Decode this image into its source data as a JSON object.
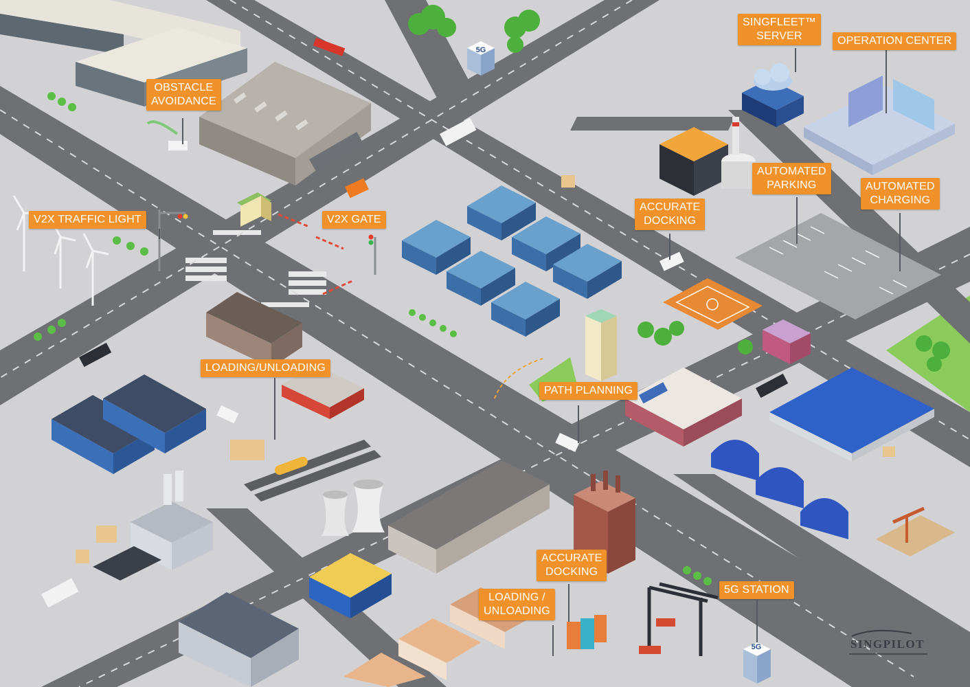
{
  "callouts": {
    "obstacle_avoidance": [
      "OBSTACLE",
      "AVOIDANCE"
    ],
    "singfleet_server": [
      "SINGFLEET™",
      "SERVER"
    ],
    "operation_center": [
      "OPERATION CENTER"
    ],
    "v2x_traffic_light": [
      "V2X  TRAFFIC LIGHT"
    ],
    "v2x_gate": [
      "V2X  GATE"
    ],
    "accurate_docking_top": [
      "ACCURATE",
      "DOCKING"
    ],
    "automated_parking": [
      "AUTOMATED",
      "PARKING"
    ],
    "automated_charging": [
      "AUTOMATED",
      "CHARGING"
    ],
    "loading_unloading_top": [
      "LOADING/UNLOADING"
    ],
    "path_planning": [
      "PATH PLANNING"
    ],
    "accurate_docking_bottom": [
      "ACCURATE",
      "DOCKING"
    ],
    "loading_unloading_bottom": [
      "LOADING /",
      "UNLOADING"
    ],
    "station_5g": [
      "5G STATION"
    ]
  },
  "tower_labels": {
    "top": "5G",
    "bottom": "5G"
  },
  "logo": "SINGPILOT",
  "colors": {
    "callout": "#f0912a",
    "road": "#707275",
    "ground": "#d2d2d4",
    "grass": "#7ec85a",
    "tree": "#4caf3a",
    "solar": "#2f5ea6",
    "warehouse_blue": "#2f62c9",
    "brick": "#a4584a"
  }
}
